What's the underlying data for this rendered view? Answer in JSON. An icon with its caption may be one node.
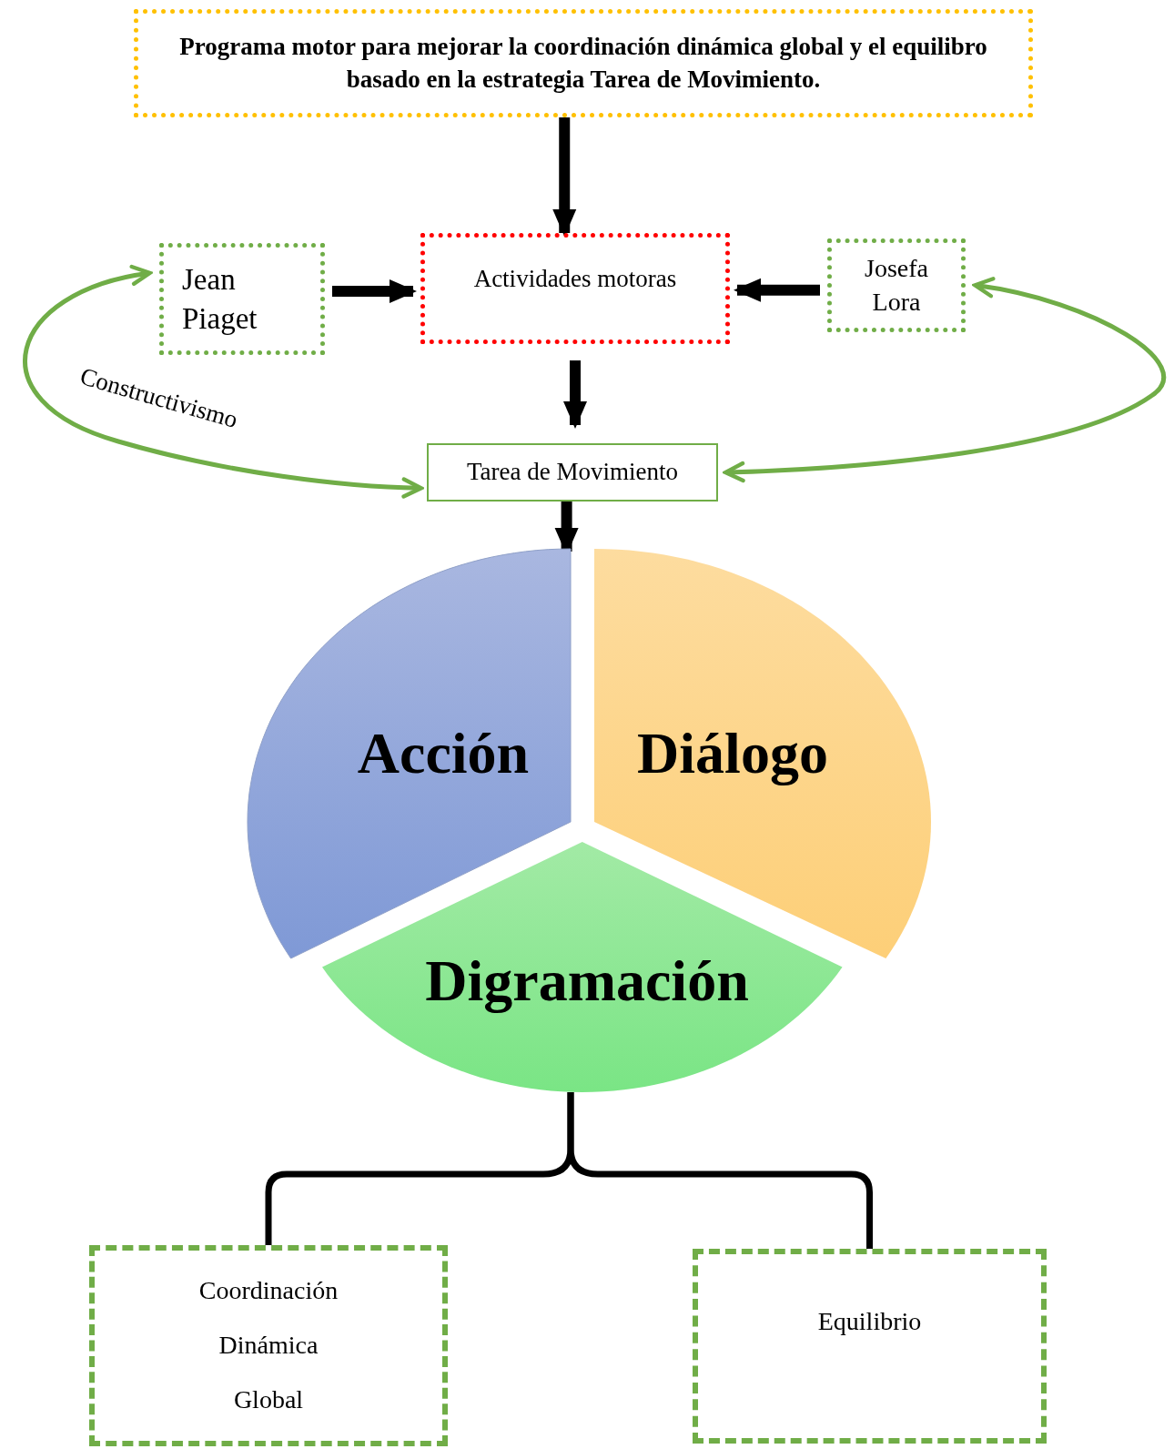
{
  "diagram": {
    "nodes": [
      {
        "text": [
          "Programa motor para mejorar la coordinación dinámica global y el equilibro basado en la estrategia Tarea de Movimiento."
        ]
      },
      {
        "text": [
          "Jean Piaget"
        ]
      },
      {
        "text": [
          "Actividades motoras"
        ]
      },
      {
        "text": [
          "Josefa Lora"
        ]
      },
      {
        "text": [
          "Tarea de Movimiento"
        ]
      },
      {
        "text": [
          "Acción"
        ]
      },
      {
        "text": [
          "Diálogo"
        ]
      },
      {
        "text": [
          "Digramación"
        ]
      },
      {
        "text": [
          "Coordinación Dinámica Global"
        ]
      },
      {
        "text": [
          "Equilibrio"
        ]
      }
    ],
    "edges": [
      {
        "from": 0,
        "to": 2,
        "arrow": "to"
      },
      {
        "from": 1,
        "to": 2,
        "arrow": "to"
      },
      {
        "from": 3,
        "to": 2,
        "arrow": "to"
      },
      {
        "from": 2,
        "to": 4,
        "arrow": "to"
      },
      {
        "from": 4,
        "to": null,
        "arrow": "to"
      },
      {
        "from": 1,
        "to": 4,
        "arrow": "both",
        "label": "Constructivismo",
        "color": "#70ad47"
      },
      {
        "from": 3,
        "to": 4,
        "arrow": "both",
        "color": "#70ad47"
      },
      {
        "from": 7,
        "to": 8,
        "arrow": "none"
      },
      {
        "from": 7,
        "to": 9,
        "arrow": "none"
      }
    ]
  }
}
